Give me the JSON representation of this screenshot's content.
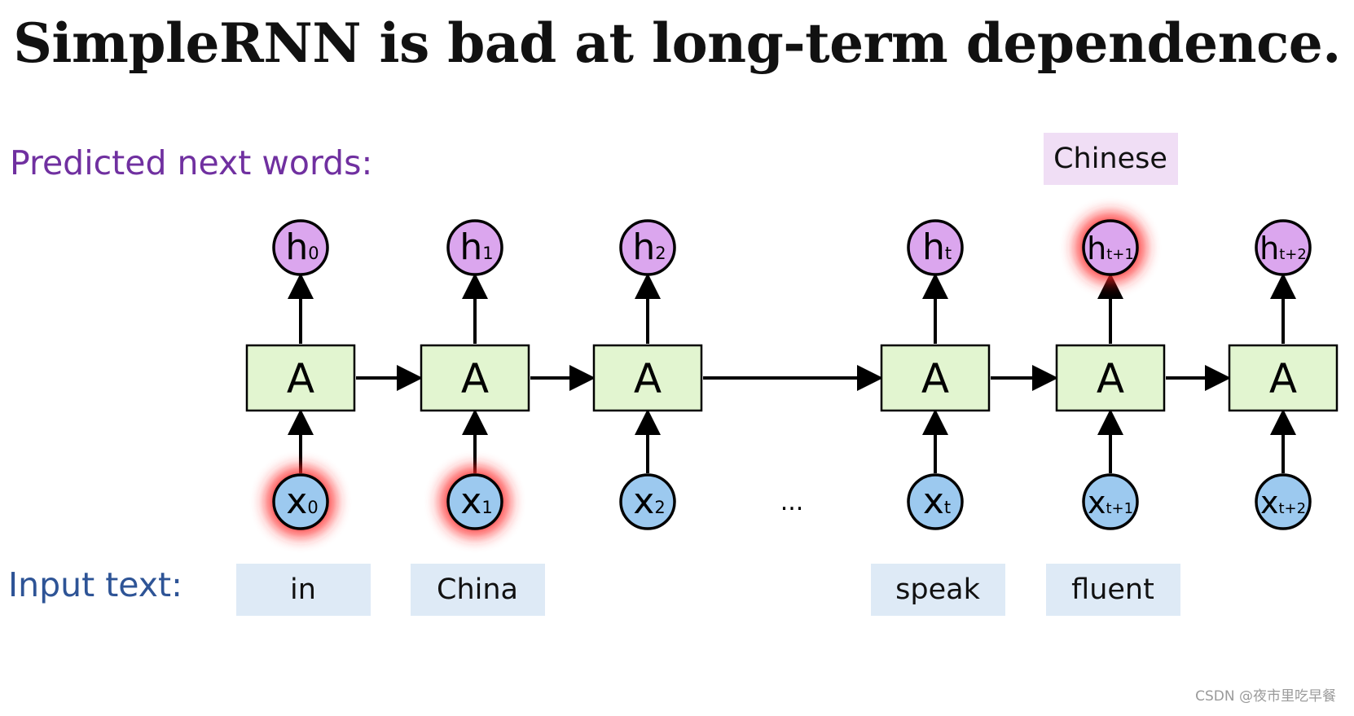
{
  "title": "SimpleRNN is bad at long-term dependence.",
  "labels": {
    "predicted": "Predicted next words:",
    "input": "Input text:"
  },
  "colors": {
    "cell_fill": "#e2f5d0",
    "hidden_fill": "#dba6ee",
    "input_fill": "#9cc9ef",
    "glow": "#ff2020",
    "input_word_bg": "#deeaf6",
    "pred_word_bg": "#f0def5",
    "predicted_label": "#7030a0",
    "input_label": "#2e5496"
  },
  "cell_label": "A",
  "ellipsis": "...",
  "steps": [
    {
      "h_main": "h",
      "h_sub": "0",
      "x_main": "x",
      "x_sub": "0",
      "word": "in",
      "h_glow": false,
      "x_glow": true
    },
    {
      "h_main": "h",
      "h_sub": "1",
      "x_main": "x",
      "x_sub": "1",
      "word": "China",
      "h_glow": false,
      "x_glow": true
    },
    {
      "h_main": "h",
      "h_sub": "2",
      "x_main": "x",
      "x_sub": "2",
      "word": "",
      "h_glow": false,
      "x_glow": false
    },
    {
      "h_main": "h",
      "h_sub": "t",
      "x_main": "x",
      "x_sub": "t",
      "word": "speak",
      "h_glow": false,
      "x_glow": false
    },
    {
      "h_main": "h",
      "h_sub": "t+1",
      "x_main": "x",
      "x_sub": "t+1",
      "word": "fluent",
      "h_glow": true,
      "x_glow": false,
      "predicted": "Chinese"
    },
    {
      "h_main": "h",
      "h_sub": "t+2",
      "x_main": "x",
      "x_sub": "t+2",
      "word": "",
      "h_glow": false,
      "x_glow": false
    }
  ],
  "watermark": "CSDN @夜市里吃早餐"
}
